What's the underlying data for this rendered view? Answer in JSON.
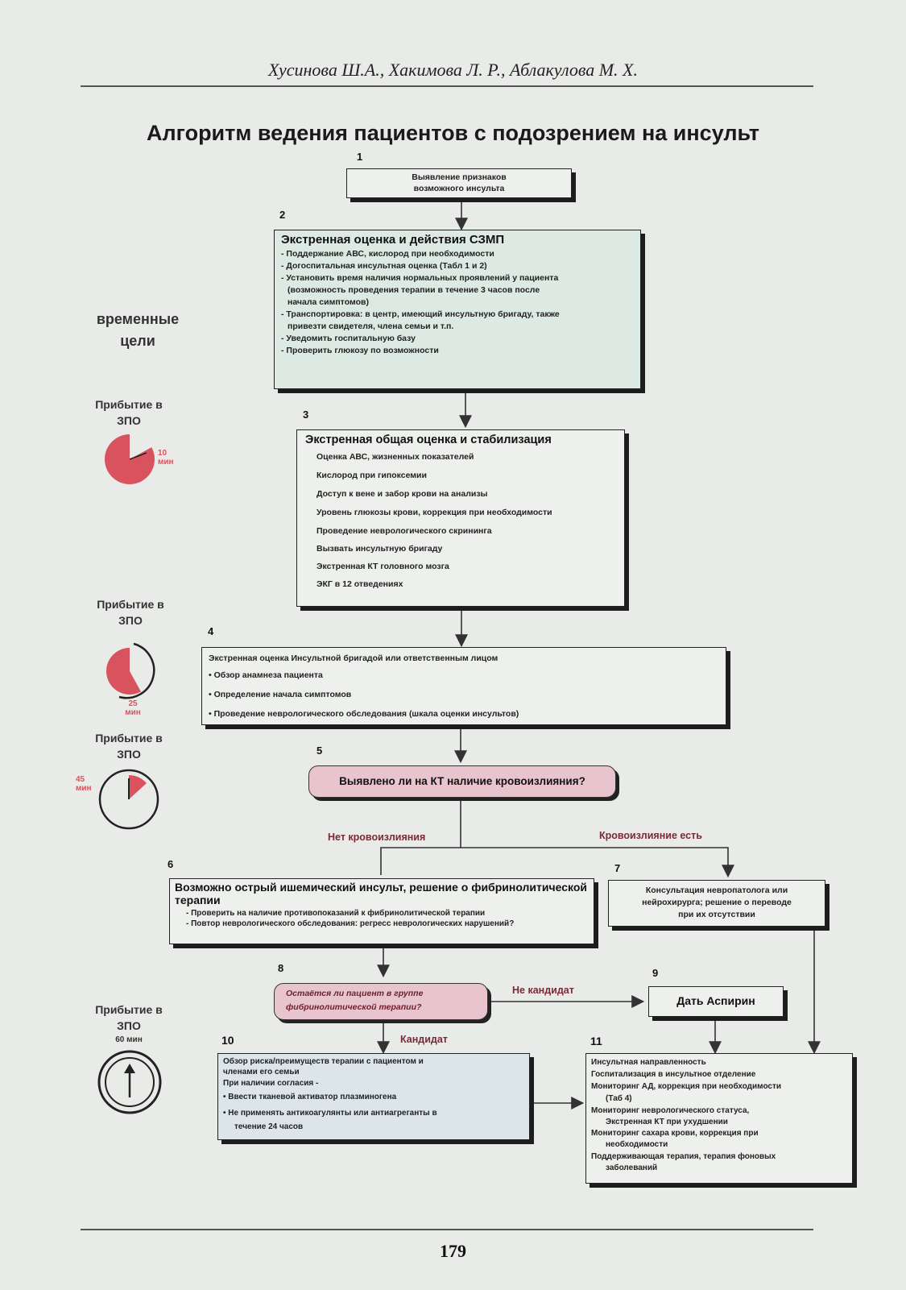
{
  "header": "Хусинова Ш.А., Хакимова Л. Р., Аблакулова М. Х.",
  "title": "Алгоритм ведения пациентов с подозрением на инсульт",
  "page_number": "179",
  "side": {
    "goals_title": "временные цели",
    "t1": {
      "label": "Прибытие в ЗПО",
      "time": "10 мин",
      "fraction": 0.17
    },
    "t2": {
      "label": "Прибытие в ЗПО",
      "time": "25 мин",
      "fraction": 0.42
    },
    "t3": {
      "label": "Прибытие в ЗПО",
      "time": "45 мин",
      "fraction": 0.75
    },
    "t4": {
      "label": "Прибытие в ЗПО",
      "time": "60 мин",
      "fraction": 1.0
    }
  },
  "nodes": {
    "n1": {
      "num": "1",
      "lines": [
        "Выявление признаков",
        "возможного инсульта"
      ]
    },
    "n2": {
      "num": "2",
      "title": "Экстренная оценка и действия СЗМП",
      "items": [
        "- Поддержание АВС, кислород при необходимости",
        "- Догоспитальная инсультная оценка (Табл 1 и 2)",
        "- Установить время наличия нормальных проявлений у пациента",
        "(возможность проведения терапии в течение 3 часов после",
        "начала симптомов)",
        "- Транспортировка: в центр, имеющий инсультную бригаду, также",
        "привезти свидетеля, члена семьи и т.п.",
        "- Уведомить госпитальную базу",
        "- Проверить глюкозу по возможности"
      ]
    },
    "n3": {
      "num": "3",
      "title": "Экстренная общая оценка и стабилизация",
      "items": [
        "Оценка АВС, жизненных показателей",
        "Кислород при гипоксемии",
        "Доступ к вене и забор крови на анализы",
        "Уровень глюкозы крови, коррекция при необходимости",
        "Проведение неврологического скрининга",
        "Вызвать инсультную бригаду",
        "Экстренная КТ головного мозга",
        "ЭКГ в 12 отведениях"
      ]
    },
    "n4": {
      "num": "4",
      "title": "Экстренная оценка Инсультной бригадой или ответственным лицом",
      "items": [
        "• Обзор анамнеза пациента",
        "• Определение начала симптомов",
        "• Проведение неврологического обследования (шкала оценки инсультов)"
      ]
    },
    "n5": {
      "num": "5",
      "text": "Выявлено ли на КТ наличие кровоизлияния?"
    },
    "branch_no": "Нет кровоизлияния",
    "branch_yes": "Кровоизлияние есть",
    "n6": {
      "num": "6",
      "title": "Возможно острый ишемический инсульт, решение о фибринолитической терапии",
      "items": [
        "- Проверить на наличие противопоказаний к фибринолитической терапии",
        "- Повтор неврологического обследования: регресс неврологических нарушений?"
      ]
    },
    "n7": {
      "num": "7",
      "lines": [
        "Консультация невропатолога или",
        "нейрохирурга; решение о переводе",
        "при их отсутствии"
      ]
    },
    "n8": {
      "num": "8",
      "lines": [
        "Остаётся ли пациент в группе",
        "фибринолитической терапии?"
      ]
    },
    "not_candidate": "Не кандидат",
    "candidate": "Кандидат",
    "n9": {
      "num": "9",
      "text": "Дать Аспирин"
    },
    "n10": {
      "num": "10",
      "items": [
        "Обзор риска/преимуществ терапии с пациентом и",
        "членами его семьи",
        "При наличии согласия -",
        "• Ввести тканевой активатор плазминогена",
        "• Не применять антикоагулянты или антиагреганты в",
        "течение 24 часов"
      ]
    },
    "n11": {
      "num": "11",
      "items": [
        "Инсультная направленность",
        "Госпитализация в инсультное отделение",
        "Мониторинг АД, коррекция при необходимости",
        "(Таб 4)",
        "Мониторинг неврологического статуса,",
        "Экстренная КТ при ухудшении",
        "Мониторинг сахара крови, коррекция при",
        "необходимости",
        "Поддерживающая терапия, терапия фоновых",
        "заболеваний"
      ]
    }
  },
  "colors": {
    "timer_fill": "#d9535e",
    "decision_fill": "#e8c4ce",
    "label": "#7a2a35"
  }
}
